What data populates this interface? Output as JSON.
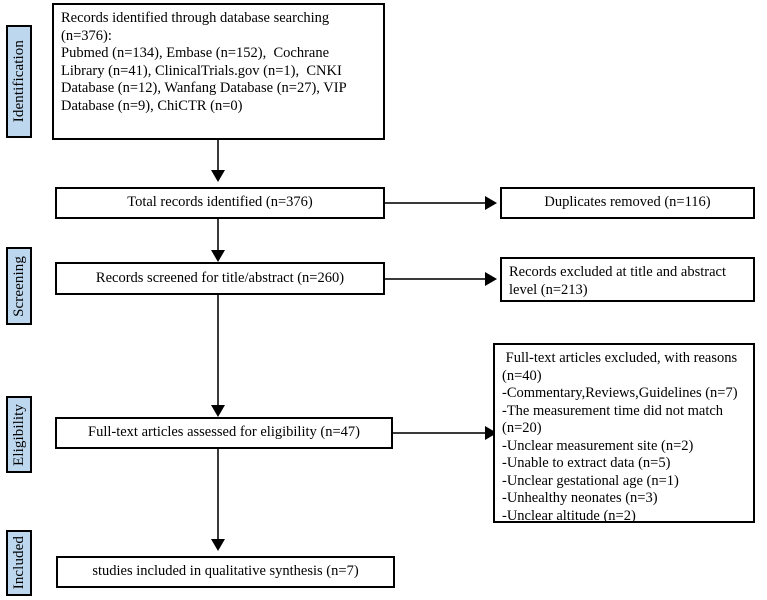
{
  "diagram": {
    "title": "PRISMA study selection flow diagram",
    "accent_color": "#bdd7ee",
    "line_color": "#3a3a3a",
    "border_color": "#000000"
  },
  "stages": [
    {
      "id": "identification",
      "label": "Identification"
    },
    {
      "id": "screening",
      "label": "Screening"
    },
    {
      "id": "eligibility",
      "label": "Eligibility"
    },
    {
      "id": "included",
      "label": "Included"
    }
  ],
  "boxes": {
    "identified": {
      "lines": [
        "Records identified through database searching",
        "(n=376):",
        "Pubmed (n=134), Embase (n=152),  Cochrane",
        "Library (n=41), ClinicalTrials.gov (n=1),  CNKI",
        "Database (n=12), Wanfang Database (n=27), VIP",
        "Database (n=9), ChiCTR (n=0)"
      ]
    },
    "total_records": {
      "text": "Total records identified (n=376)"
    },
    "duplicates": {
      "text": "Duplicates removed (n=116)"
    },
    "screened": {
      "text": "Records screened for title/abstract (n=260)"
    },
    "excluded_screen": {
      "lines": [
        "Records excluded at title and abstract",
        "level (n=213)"
      ]
    },
    "fulltext": {
      "text": "Full-text articles assessed for eligibility (n=47)"
    },
    "excluded_fulltext": {
      "lines": [
        " Full-text articles excluded, with reasons",
        "(n=40)",
        "-Commentary,Reviews,Guidelines (n=7)",
        "-The measurement time did not match",
        "(n=20)",
        "-Unclear measurement site (n=2)",
        "-Unable to extract data (n=5)",
        "-Unclear gestational age (n=1)",
        "-Unhealthy neonates (n=3)",
        "-Unclear altitude (n=2)"
      ]
    },
    "included": {
      "text": "studies included in qualitative synthesis (n=7)"
    }
  },
  "chart_data": {
    "type": "diagram",
    "title": "PRISMA flow of study selection",
    "nodes": [
      {
        "id": "identified",
        "stage": "Identification",
        "n": 376,
        "sources": [
          {
            "name": "Pubmed",
            "n": 134
          },
          {
            "name": "Embase",
            "n": 152
          },
          {
            "name": "Cochrane Library",
            "n": 41
          },
          {
            "name": "ClinicalTrials.gov",
            "n": 1
          },
          {
            "name": "CNKI Database",
            "n": 12
          },
          {
            "name": "Wanfang Database",
            "n": 27
          },
          {
            "name": "VIP Database",
            "n": 9
          },
          {
            "name": "ChiCTR",
            "n": 0
          }
        ]
      },
      {
        "id": "total_records",
        "stage": "Screening",
        "n": 376
      },
      {
        "id": "duplicates",
        "stage": "Screening",
        "n": 116
      },
      {
        "id": "screened",
        "stage": "Screening",
        "n": 260
      },
      {
        "id": "excluded_screen",
        "stage": "Screening",
        "n": 213
      },
      {
        "id": "fulltext",
        "stage": "Eligibility",
        "n": 47
      },
      {
        "id": "excluded_fulltext",
        "stage": "Eligibility",
        "n": 40,
        "reasons": [
          {
            "name": "Commentary,Reviews,Guidelines",
            "n": 7
          },
          {
            "name": "The measurement time did not match",
            "n": 20
          },
          {
            "name": "Unclear measurement site",
            "n": 2
          },
          {
            "name": "Unable to extract data",
            "n": 5
          },
          {
            "name": "Unclear gestational age",
            "n": 1
          },
          {
            "name": "Unhealthy neonates",
            "n": 3
          },
          {
            "name": "Unclear altitude",
            "n": 2
          }
        ]
      },
      {
        "id": "included",
        "stage": "Included",
        "n": 7
      }
    ],
    "edges": [
      {
        "from": "identified",
        "to": "total_records",
        "direction": "down"
      },
      {
        "from": "total_records",
        "to": "duplicates",
        "direction": "right"
      },
      {
        "from": "total_records",
        "to": "screened",
        "direction": "down"
      },
      {
        "from": "screened",
        "to": "excluded_screen",
        "direction": "right"
      },
      {
        "from": "screened",
        "to": "fulltext",
        "direction": "down"
      },
      {
        "from": "fulltext",
        "to": "excluded_fulltext",
        "direction": "right"
      },
      {
        "from": "fulltext",
        "to": "included",
        "direction": "down"
      }
    ]
  }
}
